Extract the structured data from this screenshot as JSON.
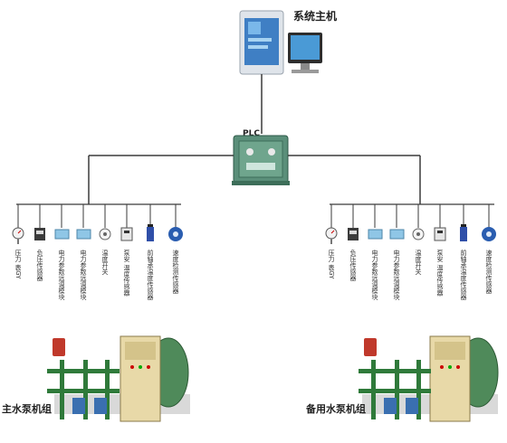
{
  "host": {
    "label": "系统主机",
    "icon": "computer-icon"
  },
  "plc": {
    "label": "PLC",
    "icon": "plc-cabinet-icon"
  },
  "groups": [
    {
      "key": "main",
      "label": "主水泵机组",
      "sensors": [
        {
          "label": "压力 表GY",
          "icon": "pressure-gauge-icon"
        },
        {
          "label": "负压传感器",
          "icon": "negative-pressure-sensor-icon"
        },
        {
          "label": "电力参数远调模块",
          "icon": "power-module-icon"
        },
        {
          "label": "电力参数远调模块",
          "icon": "power-module-icon"
        },
        {
          "label": "温度开关",
          "icon": "temperature-switch-icon"
        },
        {
          "label": "泵安 温度传感器",
          "icon": "temperature-sensor-icon"
        },
        {
          "label": "前轴承温度传感器",
          "icon": "bearing-temperature-sensor-icon"
        },
        {
          "label": "速度检测传感器",
          "icon": "speed-sensor-icon"
        }
      ],
      "equipment_icon": "pump-unit-icon"
    },
    {
      "key": "backup",
      "label": "备用水泵机组",
      "sensors": [
        {
          "label": "压力 表GY",
          "icon": "pressure-gauge-icon"
        },
        {
          "label": "负压传感器",
          "icon": "negative-pressure-sensor-icon"
        },
        {
          "label": "电力参数远调模块",
          "icon": "power-module-icon"
        },
        {
          "label": "电力参数远调模块",
          "icon": "power-module-icon"
        },
        {
          "label": "温度开关",
          "icon": "temperature-switch-icon"
        },
        {
          "label": "泵安 温度传感器",
          "icon": "temperature-sensor-icon"
        },
        {
          "label": "前轴承温度传感器",
          "icon": "bearing-temperature-sensor-icon"
        },
        {
          "label": "速度检测传感器",
          "icon": "speed-sensor-icon"
        }
      ],
      "equipment_icon": "pump-unit-icon"
    }
  ],
  "colors": {
    "line": "#3a3a3a",
    "plc_body": "#5b8f7a",
    "cabinet": "#e8d9a8",
    "tank": "#4f8a5a",
    "pipe": "#2f7a3a",
    "motor": "#c0392b"
  }
}
